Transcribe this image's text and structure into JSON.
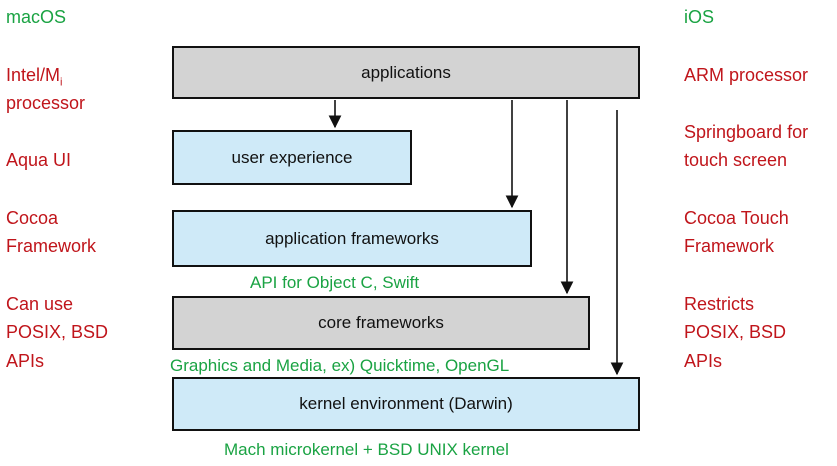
{
  "colors": {
    "green": "#1aa343",
    "red": "#c0151b",
    "gray_box": "#d3d3d3",
    "blue_box": "#cfeaf8"
  },
  "left": {
    "title": "macOS",
    "processor_line1": "Intel/M",
    "processor_sub": "i",
    "processor_line2": "processor",
    "ui": "Aqua UI",
    "framework_line1": "Cocoa",
    "framework_line2": "Framework",
    "posix_line1": "Can use",
    "posix_line2": "POSIX, BSD",
    "posix_line3": "APIs"
  },
  "right": {
    "title": "iOS",
    "processor": "ARM processor",
    "ui_line1": "Springboard for",
    "ui_line2": "touch screen",
    "framework_line1": "Cocoa Touch",
    "framework_line2": "Framework",
    "posix_line1": "Restricts",
    "posix_line2": "POSIX, BSD",
    "posix_line3": "APIs"
  },
  "layers": {
    "applications": "applications",
    "user_experience": "user experience",
    "application_frameworks": "application frameworks",
    "core_frameworks": "core frameworks",
    "kernel_environment": "kernel environment (Darwin)"
  },
  "notes": {
    "api": "API for Object C, Swift",
    "graphics": "Graphics and Media, ex) Quicktime, OpenGL",
    "kernel": "Mach microkernel + BSD UNIX kernel"
  }
}
